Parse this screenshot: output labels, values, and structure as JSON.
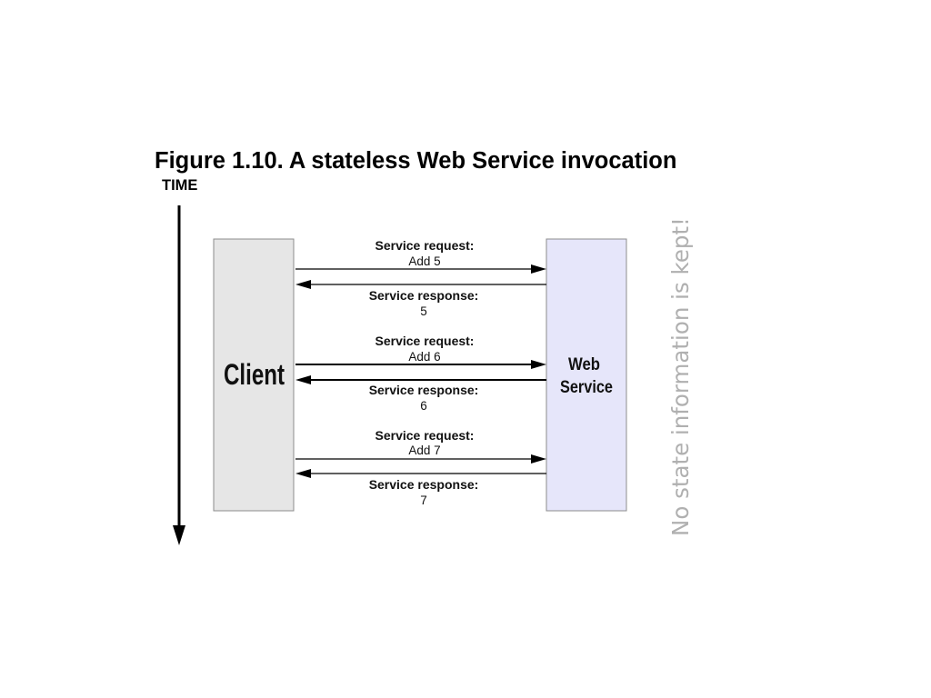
{
  "title": "Figure 1.10. A stateless Web Service invocation",
  "diagram": {
    "time_axis": {
      "label": "TIME"
    },
    "client": {
      "label": "Client",
      "fill": "#e6e6e6"
    },
    "web_service": {
      "label_lines": [
        "Web",
        "Service"
      ],
      "fill": "#e6e6fa"
    },
    "exchanges": [
      {
        "request": {
          "label": "Service request:",
          "value": "Add 5"
        },
        "response": {
          "label": "Service response:",
          "value": "5"
        }
      },
      {
        "request": {
          "label": "Service request:",
          "value": "Add 6"
        },
        "response": {
          "label": "Service response:",
          "value": "6"
        }
      },
      {
        "request": {
          "label": "Service request:",
          "value": "Add 7"
        },
        "response": {
          "label": "Service response:",
          "value": "7"
        }
      }
    ],
    "side_note": {
      "text": "No state information is kept!",
      "color": "#b0b0b0"
    }
  }
}
